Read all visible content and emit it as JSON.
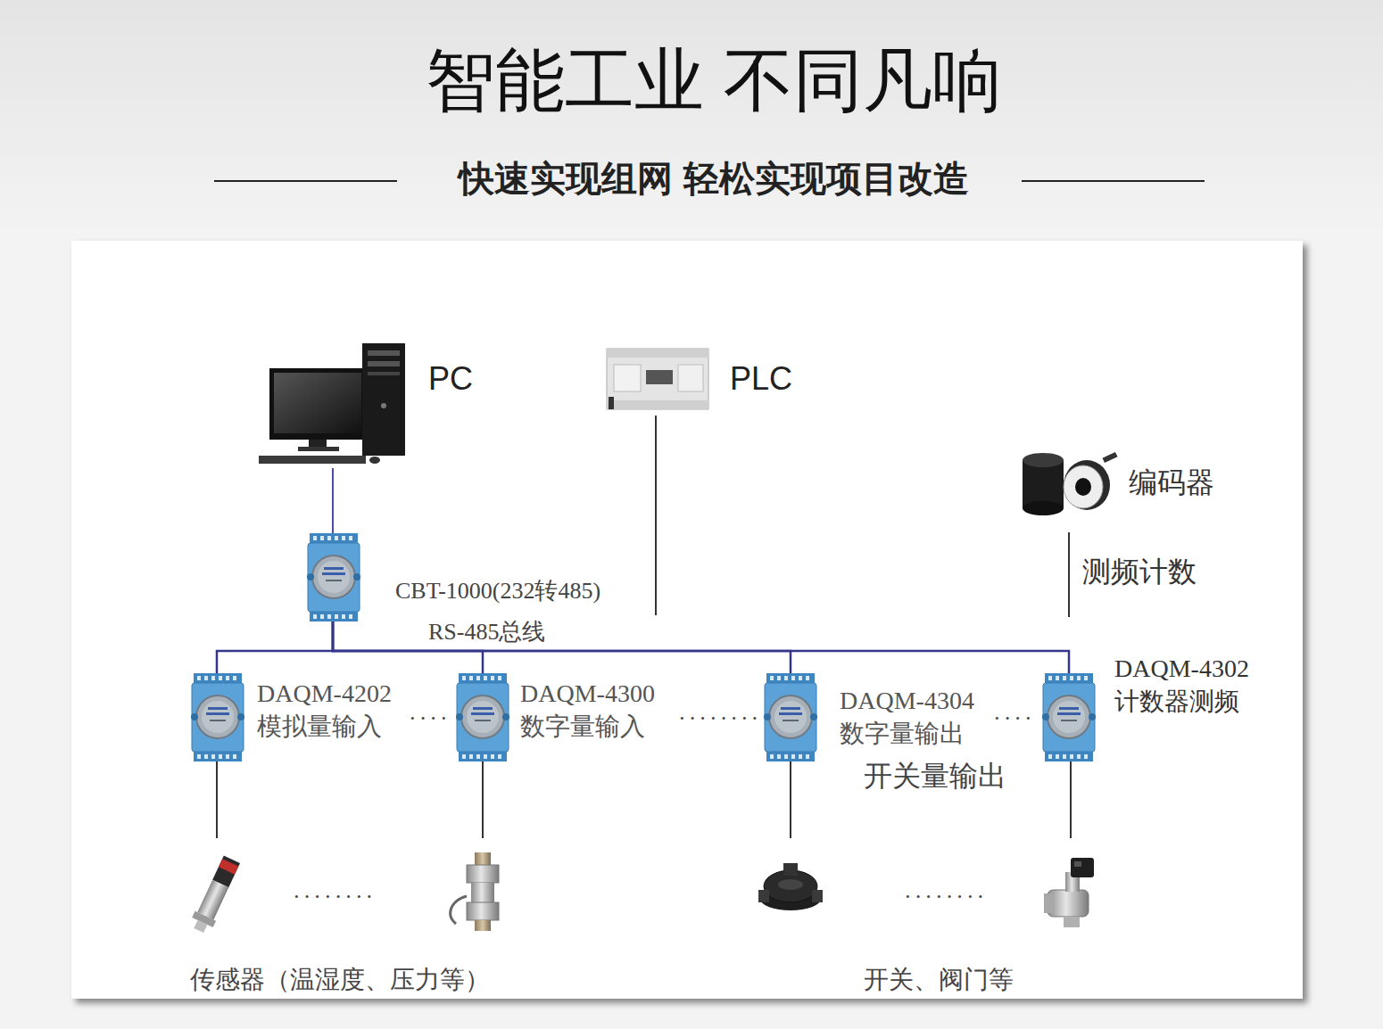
{
  "diagram": {
    "title": "智能工业 不同凡响",
    "nodes": [
      {
        "text": [
          "PC"
        ]
      },
      {
        "text": [
          "PLC"
        ]
      },
      {
        "text": [
          "编码器"
        ]
      },
      {
        "text": [
          "CBT-1000(232转485)"
        ]
      },
      {
        "text": [
          "DAQM-4202",
          "模拟量输入"
        ]
      },
      {
        "text": [
          "DAQM-4300",
          "数字量输入"
        ]
      },
      {
        "text": [
          "DAQM-4304",
          "数字量输出"
        ]
      },
      {
        "text": [
          "DAQM-4302",
          "计数器测频"
        ]
      }
    ],
    "edges": [
      {
        "from": 0,
        "to": 3,
        "arrow": "none"
      },
      {
        "from": 3,
        "to": 4,
        "arrow": "none"
      },
      {
        "from": 3,
        "to": 5,
        "arrow": "none"
      },
      {
        "from": 3,
        "to": 6,
        "arrow": "none"
      },
      {
        "from": 3,
        "to": 7,
        "arrow": "none"
      }
    ],
    "labels": [
      "快速实现组网 轻松实现项目改造",
      "RS-485总线",
      "····",
      "········",
      "····",
      "开关量输出",
      "测频计数",
      "········",
      "········",
      "传感器（温湿度、压力等）",
      "开关、阀门等"
    ]
  }
}
